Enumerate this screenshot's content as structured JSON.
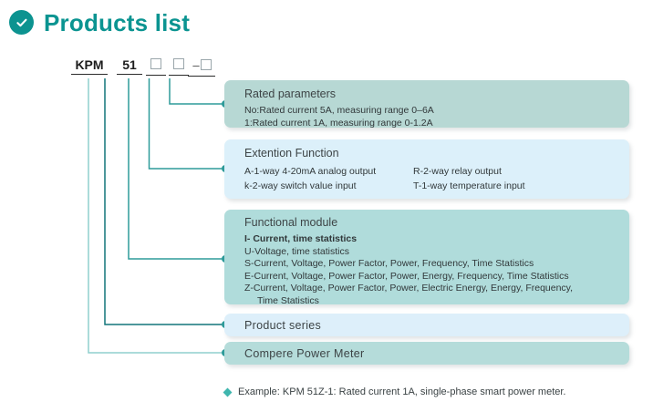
{
  "header": {
    "title": "Products list",
    "check_icon": "check-circle-icon",
    "accent_color": "#0b9491"
  },
  "product_code": {
    "segments": [
      {
        "id": "brand",
        "text": "KPM"
      },
      {
        "id": "series",
        "text": "51"
      },
      {
        "id": "function",
        "text": "□"
      },
      {
        "id": "extension",
        "text": "□"
      },
      {
        "id": "rated",
        "text": "□"
      }
    ]
  },
  "boxes": {
    "rated": {
      "title": "Rated parameters",
      "lines": [
        "No:Rated current 5A, measuring range 0–6A",
        "1:Rated current 1A, measuring range 0-1.2A"
      ],
      "color": "#b7d8d4"
    },
    "extension": {
      "title": "Extention Function",
      "col_left": [
        "A-1-way 4-20mA analog output",
        "k-2-way switch value input"
      ],
      "col_right": [
        "R-2-way relay output",
        "T-1-way temperature input"
      ],
      "color": "#dcf0fa"
    },
    "functional": {
      "title": "Functional module",
      "lines": [
        "I- Current, time statistics",
        "U-Voltage, time statistics",
        "S-Current, Voltage, Power Factor, Power, Frequency, Time Statistics",
        "E-Current, Voltage, Power Factor, Power, Energy, Frequency, Time Statistics",
        "Z-Current, Voltage, Power Factor, Power, Electric Energy, Energy, Frequency,",
        "Time Statistics"
      ],
      "color": "#b0dcdb"
    },
    "series": {
      "label": "Product series",
      "color": "#ddeffa"
    },
    "meter": {
      "label": "Compere  Power  Meter",
      "color": "#b5dcda"
    }
  },
  "footer": {
    "bullet_icon": "diamond-bullet-icon",
    "text": "Example: KPM 51Z-1: Rated current 1A, single-phase smart power meter."
  }
}
